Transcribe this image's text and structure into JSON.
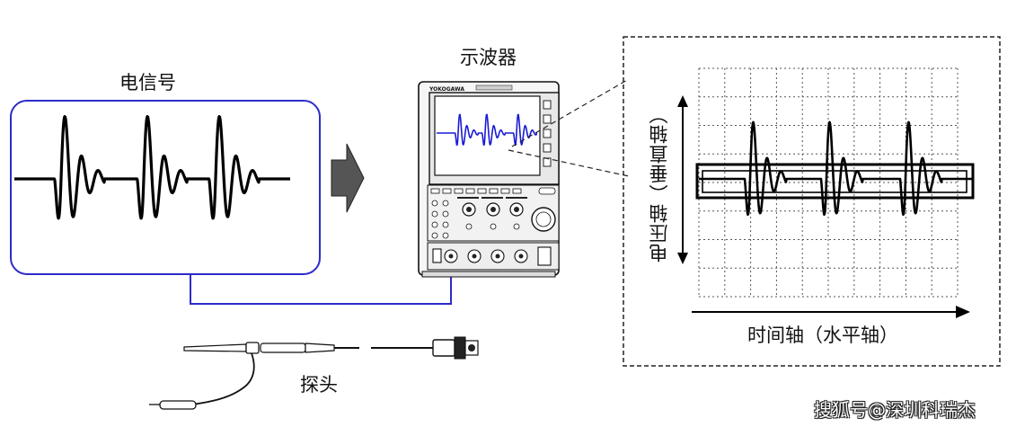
{
  "labels": {
    "signal": "电信号",
    "oscilloscope": "示波器",
    "probe": "探头",
    "voltage_axis": "电压轴（垂直轴）",
    "time_axis": "时间轴（水平轴）",
    "watermark": "搜狐号@深圳科瑞杰"
  },
  "scope_brand": "YOKOGAWA",
  "colors": {
    "frame_blue": "#2c2cc8",
    "trace_blue": "#1a1ad6",
    "wave_black": "#000000",
    "arrow_fill": "#555555"
  }
}
